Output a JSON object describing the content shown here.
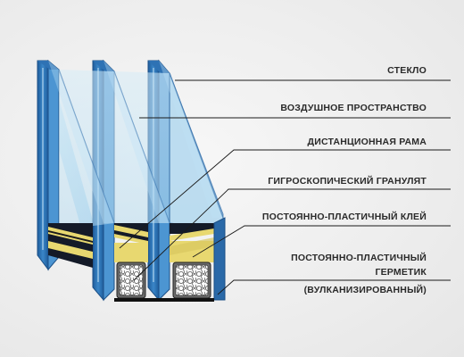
{
  "labels": {
    "glass": "СТЕКЛО",
    "air_space": "ВОЗДУШНОЕ ПРОСТРАНСТВО",
    "spacer_frame": "ДИСТАНЦИОННАЯ РАМА",
    "desiccant": "ГИГРОСКОПИЧЕСКИЙ ГРАНУЛЯТ",
    "adhesive": "ПОСТОЯННО-ПЛАСТИЧНЫЙ КЛЕЙ",
    "sealant_line1": "ПОСТОЯННО-ПЛАСТИЧНЫЙ",
    "sealant_line2": "ГЕРМЕТИК",
    "sealant_line3": "(ВУЛКАНИЗИРОВАННЫЙ)"
  },
  "colors": {
    "glass_edge": "#2a69a8",
    "glass_face": "#9fd0ec",
    "adhesive": "#e8d870",
    "sealant": "#0f1626",
    "leader_line": "#1a1a1a"
  }
}
